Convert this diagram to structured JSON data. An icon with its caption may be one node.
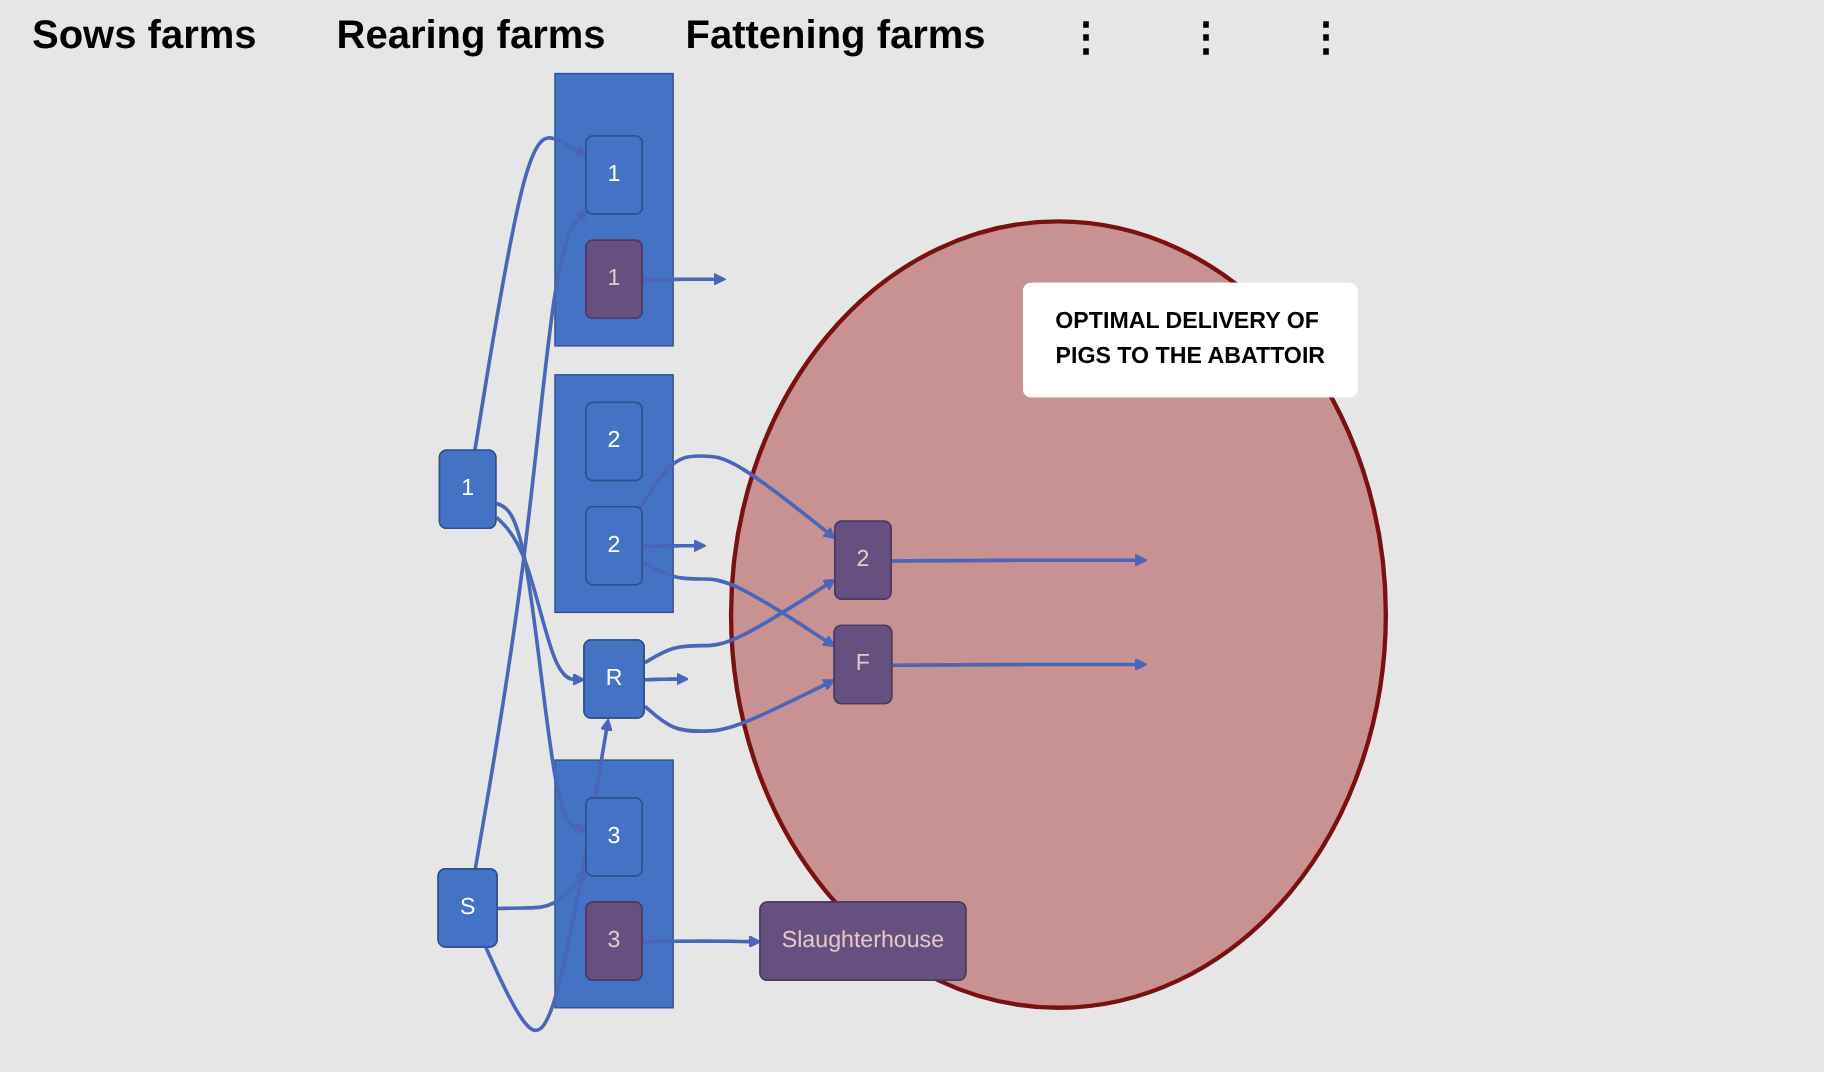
{
  "diagram": {
    "nodes": [
      {
        "text": [
          "1"
        ]
      },
      {
        "text": [],
        "shape": "bar"
      },
      {
        "text": [
          "2"
        ],
        "in": 1
      },
      {
        "text": [
          "S"
        ]
      },
      {
        "text": [],
        "shape": "bar"
      },
      {
        "text": [
          "1"
        ],
        "in": 4
      },
      {
        "text": [
          "2"
        ],
        "in": 1
      },
      {
        "text": [],
        "shape": "bar"
      },
      {
        "text": [
          "3"
        ],
        "in": 7
      },
      {
        "text": [
          "R"
        ]
      },
      {
        "text": [],
        "shape": "circle"
      },
      {
        "text": [
          "1"
        ],
        "in": 4
      },
      {
        "text": [
          "2"
        ],
        "in": 10
      },
      {
        "text": [
          "3"
        ],
        "in": 7
      },
      {
        "text": [
          "F"
        ],
        "in": 10
      },
      {
        "text": [
          "Slaughterhouse"
        ],
        "in": 10
      },
      {
        "text": [
          "OPTIMAL DELIVERY OF PIGS TO THE ABATTOIR"
        ],
        "in": 10
      }
    ],
    "edges": [
      {
        "from": 0,
        "to": 5,
        "arrow": "to"
      },
      {
        "from": 0,
        "to": 8,
        "arrow": "to"
      },
      {
        "from": 0,
        "to": 9,
        "arrow": "to"
      },
      {
        "from": 3,
        "to": 5,
        "arrow": "to"
      },
      {
        "from": 3,
        "to": 8,
        "arrow": "to"
      },
      {
        "from": 3,
        "to": 9,
        "arrow": "to"
      },
      {
        "from": 6,
        "to": 12,
        "arrow": "to"
      },
      {
        "from": 6,
        "to": null,
        "arrow": "to"
      },
      {
        "from": 6,
        "to": 14,
        "arrow": "to"
      },
      {
        "from": 9,
        "to": 12,
        "arrow": "to"
      },
      {
        "from": 9,
        "to": null,
        "arrow": "to"
      },
      {
        "from": 9,
        "to": 14,
        "arrow": "to"
      },
      {
        "from": 11,
        "to": null,
        "arrow": "to"
      },
      {
        "from": 12,
        "to": null,
        "arrow": "to"
      },
      {
        "from": 13,
        "to": 15,
        "arrow": "to"
      },
      {
        "from": 14,
        "to": null,
        "arrow": "to"
      }
    ],
    "labels": [
      "Sows farms",
      "Rearing farms",
      "Fattening farms",
      "⋮",
      "⋮",
      "⋮"
    ]
  }
}
